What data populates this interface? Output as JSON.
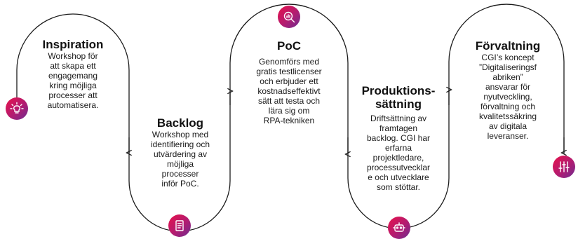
{
  "colors": {
    "line": "#1b1b1b",
    "badge_start": "#e8114a",
    "badge_end": "#6d2c91"
  },
  "steps": [
    {
      "title": "Inspiration",
      "text": "Workshop för\natt skapa ett\nengagemang\nkring möjliga\nprocesser att\nautomatisera.",
      "icon": "lightbulb-icon"
    },
    {
      "title": "Backlog",
      "text": "Workshop med\nidentifiering och\nutvärdering av\nmöjliga\nprocesser\ninför PoC.",
      "icon": "document-icon"
    },
    {
      "title": "PoC",
      "text": "Genomförs med\ngratis testlicenser\noch erbjuder ett\nkostnadseffektivt\nsätt att testa och\nlära sig om\nRPA-tekniken",
      "icon": "magnifier-chart-icon"
    },
    {
      "title": "Produktions-\nsättning",
      "text": "Driftsättning av\nframtagen\nbacklog. CGI har\nerfarna\nprojektledare,\nprocessutvecklar\ne och utvecklare\nsom stöttar.",
      "icon": "robot-icon"
    },
    {
      "title": "Förvaltning",
      "text": "CGI’s koncept\n”Digitaliseringsf\nabriken”\nansvarar för\nnyutveckling,\nförvaltning och\nkvalitetssäkring\nav digitala\nleveranser.",
      "icon": "sliders-icon"
    }
  ]
}
